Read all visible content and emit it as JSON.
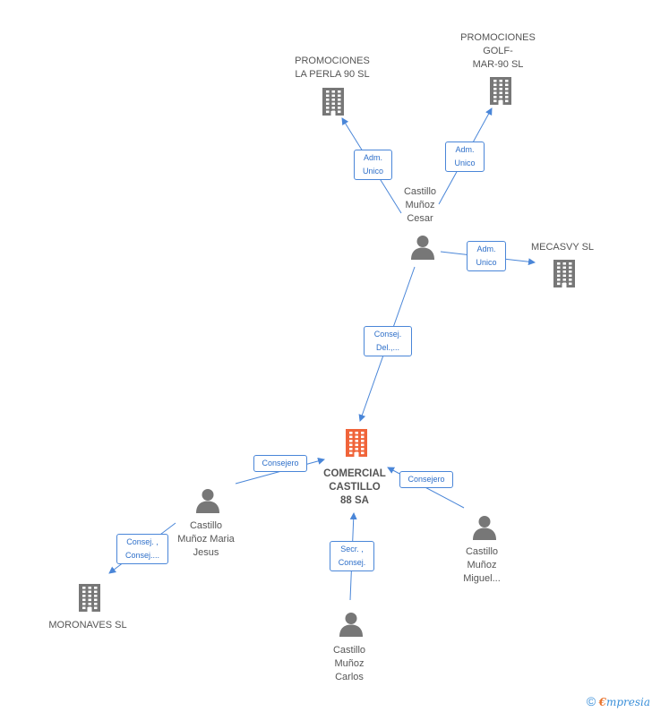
{
  "colors": {
    "edge": "#4a86d8",
    "node_gray": "#777777",
    "node_main": "#f0643a",
    "edge_label_text": "#2e6fc9"
  },
  "nodes": [
    {
      "id": "comercial",
      "kind": "company",
      "main": true,
      "lines": [
        "COMERCIAL",
        "CASTILLO",
        "88 SA"
      ],
      "icon": "building-icon"
    },
    {
      "id": "cesar",
      "kind": "person",
      "lines": [
        "Castillo",
        "Muñoz",
        "Cesar"
      ],
      "icon": "person-icon"
    },
    {
      "id": "perla",
      "kind": "company",
      "lines": [
        "PROMOCIONES",
        "LA PERLA 90 SL"
      ],
      "icon": "building-icon"
    },
    {
      "id": "golf",
      "kind": "company",
      "lines": [
        "PROMOCIONES",
        "GOLF-",
        "MAR-90 SL"
      ],
      "icon": "building-icon"
    },
    {
      "id": "mecasvy",
      "kind": "company",
      "lines": [
        "MECASVY SL"
      ],
      "icon": "building-icon"
    },
    {
      "id": "maria",
      "kind": "person",
      "lines": [
        "Castillo",
        "Muñoz Maria",
        "Jesus"
      ],
      "icon": "person-icon"
    },
    {
      "id": "moronaves",
      "kind": "company",
      "lines": [
        "MORONAVES SL"
      ],
      "icon": "building-icon"
    },
    {
      "id": "carlos",
      "kind": "person",
      "lines": [
        "Castillo",
        "Muñoz",
        "Carlos"
      ],
      "icon": "person-icon"
    },
    {
      "id": "miguel",
      "kind": "person",
      "lines": [
        "Castillo",
        "Muñoz",
        "Miguel..."
      ],
      "icon": "person-icon"
    }
  ],
  "edges": [
    {
      "from": "cesar",
      "to": "perla",
      "lines": [
        "Adm.",
        "Unico"
      ]
    },
    {
      "from": "cesar",
      "to": "golf",
      "lines": [
        "Adm.",
        "Unico"
      ]
    },
    {
      "from": "cesar",
      "to": "mecasvy",
      "lines": [
        "Adm.",
        "Unico"
      ]
    },
    {
      "from": "cesar",
      "to": "comercial",
      "lines": [
        "Consej.",
        "Del.,..."
      ]
    },
    {
      "from": "maria",
      "to": "comercial",
      "lines": [
        "Consejero"
      ]
    },
    {
      "from": "maria",
      "to": "moronaves",
      "lines": [
        "Consej. ,",
        "Consej...."
      ]
    },
    {
      "from": "carlos",
      "to": "comercial",
      "lines": [
        "Secr. ,",
        "Consej."
      ]
    },
    {
      "from": "miguel",
      "to": "comercial",
      "lines": [
        "Consejero"
      ]
    }
  ],
  "footer": {
    "copyright_symbol": "©",
    "brand_initial": "€",
    "brand_rest": "mpresia"
  }
}
